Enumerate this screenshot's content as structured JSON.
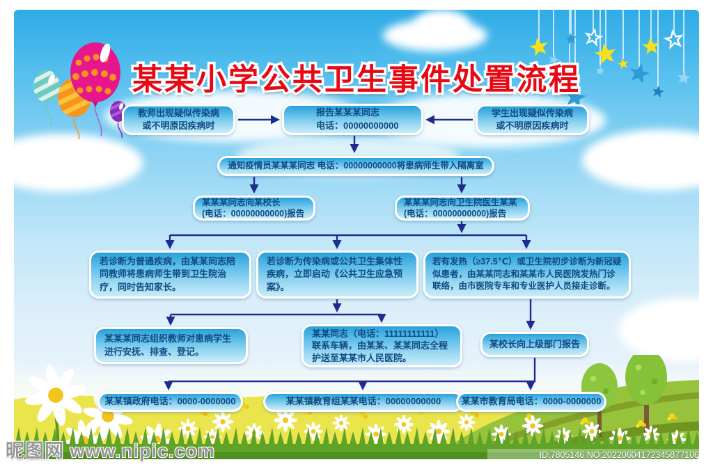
{
  "poster": {
    "title": "某某小学公共卫生事件处置流程",
    "boxes": {
      "teacher": {
        "lines": [
          "教师出现疑似传染病",
          "或不明原因疾病时"
        ]
      },
      "report": {
        "lines": [
          "报告某某某同志",
          "电话：00000000000"
        ]
      },
      "student": {
        "lines": [
          "学生出现疑似传染病",
          "或不明原因疾病时"
        ]
      },
      "notify": {
        "lines": [
          "通知疫情员某某某同志 电话：00000000000将患病师生带入隔离室"
        ]
      },
      "to_principal": {
        "lines": [
          "某某某同志向某校长",
          "(电话：00000000000)报告"
        ]
      },
      "to_clinic": {
        "lines": [
          "某某某同志向卫生院医生某某",
          "(电话：00000000000)报告"
        ]
      },
      "ordinary_disease": {
        "lines": [
          "若诊断为普通疾病，由某某同志陪同教师将患病师生带到卫生院治疗，同时告知家长。"
        ]
      },
      "infectious_disease": {
        "lines": [
          "若诊断为传染病或公共卫生集体性疾病，立即启动《公共卫生应急预案》。"
        ]
      },
      "fever": {
        "lines": [
          "若有发热（≥37.5℃）或卫生院初步诊断为新冠疑似患者，由某某同志和某某市人民医院发热门诊联络，由市医院专车和专业医护人员接走诊断。"
        ]
      },
      "comfort": {
        "lines": [
          "某某某同志组织教师对患病学生进行安抚、排查、登记。"
        ]
      },
      "escort": {
        "lines": [
          "某某同志（电话：11111111111）",
          "联系车辆，由某某、某某同志全程护送至某某市人民医院。"
        ]
      },
      "report_superior": {
        "lines": [
          "某校长向上级部门报告"
        ]
      },
      "town_gov": {
        "lines": [
          "某某镇政府电话：0000-0000000"
        ]
      },
      "town_edu": {
        "lines": [
          "某某镇教育组某某电话：00000000000"
        ]
      },
      "city_edu": {
        "lines": [
          "某某市教育局电话：0000-0000000"
        ]
      }
    },
    "colors": {
      "title_red": "#e60914",
      "box_blue_top": "#2aa0da",
      "box_blue_bottom": "#c7ecf9",
      "box_text_blue": "#114a82",
      "arrow_navy": "#1e2b8f",
      "meadow_yellow": "#ebe54d",
      "grass_green": "#5fa328"
    }
  },
  "watermarks": {
    "site": "昵图网 www.nipic.com",
    "id_line": "ID:7805146 NO:20220604172345877106"
  }
}
